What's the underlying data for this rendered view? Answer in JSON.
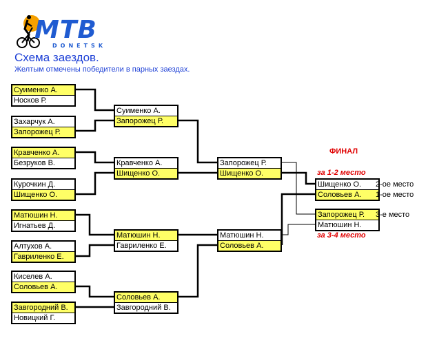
{
  "header": {
    "logo_text": "MTB",
    "logo_subtext": "DONETSK",
    "title": "Схема заездов.",
    "subtitle": "Желтым отмечены победители в парных заездах."
  },
  "colors": {
    "winner_highlight": "#ffff66",
    "title_blue": "#1c3fd6",
    "logo_blue": "#1f5bd1",
    "final_red": "#e00000"
  },
  "rounds": [
    {
      "name": "round-1",
      "pairs": [
        {
          "riders": [
            "Суименко А.",
            "Носков Р."
          ],
          "winner": 0
        },
        {
          "riders": [
            "Захарчук А.",
            "Запорожец Р."
          ],
          "winner": 1
        },
        {
          "riders": [
            "Кравченко А.",
            "Безруков В."
          ],
          "winner": 0
        },
        {
          "riders": [
            "Курочкин Д.",
            "Шищенко О."
          ],
          "winner": 1
        },
        {
          "riders": [
            "Матюшин Н.",
            "Игнатьев Д."
          ],
          "winner": 0
        },
        {
          "riders": [
            "Алтухов А.",
            "Гавриленко Е."
          ],
          "winner": 1
        },
        {
          "riders": [
            "Киселев А.",
            "Соловьев А."
          ],
          "winner": 1
        },
        {
          "riders": [
            "Завгородний В.",
            "Новицкий Г."
          ],
          "winner": 0
        }
      ]
    },
    {
      "name": "round-2",
      "pairs": [
        {
          "riders": [
            "Суименко А.",
            "Запорожец Р."
          ],
          "winner": 1
        },
        {
          "riders": [
            "Кравченко А.",
            "Шищенко О."
          ],
          "winner": 1
        },
        {
          "riders": [
            "Матюшин Н.",
            "Гавриленко Е."
          ],
          "winner": 0
        },
        {
          "riders": [
            "Соловьев А.",
            "Завгородний В."
          ],
          "winner": 0
        }
      ]
    },
    {
      "name": "round-3",
      "pairs": [
        {
          "riders": [
            "Запорожец Р.",
            "Шищенко О."
          ],
          "winner": 1
        },
        {
          "riders": [
            "Матюшин Н.",
            "Соловьев А."
          ],
          "winner": 1
        }
      ]
    }
  ],
  "final": {
    "title": "ФИНАЛ",
    "label_1_2": "за 1-2 место",
    "label_3_4": "за 3-4 место",
    "match_1_2": {
      "riders": [
        "Шищенко О.",
        "Соловьев А."
      ],
      "winner": 1,
      "places": [
        "2-ое место",
        "1-ое место"
      ]
    },
    "match_3_4": {
      "riders": [
        "Запорожец Р.",
        "Матюшин Н."
      ],
      "winner": 0,
      "places": [
        "3-е место",
        ""
      ]
    }
  }
}
